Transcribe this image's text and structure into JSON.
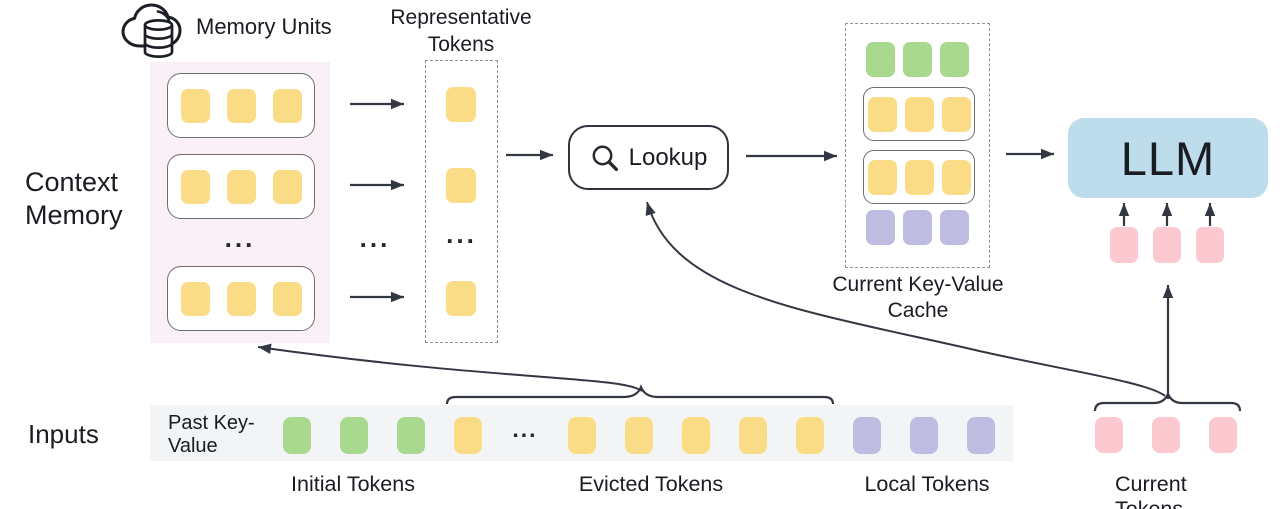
{
  "colors": {
    "yellow": "#FBDC86",
    "green": "#A8D98E",
    "purple": "#BFBCE1",
    "pink": "#FBC9CF",
    "blue": "#BDDCEC",
    "memory_bg": "#FAF0F8",
    "strip_bg": "#F2F4F5",
    "line": "#333741",
    "text": "#191C22",
    "box_border": "#6E6E6E",
    "dash_border": "#8F8F8F"
  },
  "labels": {
    "memory_units": "Memory Units",
    "representative_tokens": "Representative Tokens",
    "context_memory": "Context Memory",
    "lookup": "Lookup",
    "current_kv_cache": "Current Key-Value Cache",
    "llm": "LLM",
    "inputs": "Inputs",
    "past_key_value": "Past Key-Value",
    "initial_tokens": "Initial Tokens",
    "evicted_tokens": "Evicted Tokens",
    "local_tokens": "Local Tokens",
    "current_tokens": "Current Tokens",
    "ellipsis": "..."
  },
  "context_memory_panel": {
    "rows": [
      [
        "yellow",
        "yellow",
        "yellow"
      ],
      [
        "yellow",
        "yellow",
        "yellow"
      ],
      [
        "yellow",
        "yellow",
        "yellow"
      ]
    ]
  },
  "representative_panel": {
    "tokens": [
      "yellow",
      "yellow",
      "dots",
      "yellow"
    ]
  },
  "kv_cache_panel": {
    "rows": [
      {
        "boxed": false,
        "tokens": [
          "green",
          "green",
          "green"
        ]
      },
      {
        "boxed": true,
        "tokens": [
          "yellow",
          "yellow",
          "yellow"
        ]
      },
      {
        "boxed": true,
        "tokens": [
          "yellow",
          "yellow",
          "yellow"
        ]
      },
      {
        "boxed": false,
        "tokens": [
          "purple",
          "purple",
          "purple"
        ]
      }
    ]
  },
  "llm_input_tokens": [
    "pink",
    "pink",
    "pink"
  ],
  "input_strip_tokens": [
    "green",
    "green",
    "green",
    "yellow",
    "dots",
    "yellow",
    "yellow",
    "yellow",
    "yellow",
    "yellow",
    "purple",
    "purple",
    "purple"
  ],
  "current_token_group": [
    "pink",
    "pink",
    "pink"
  ]
}
